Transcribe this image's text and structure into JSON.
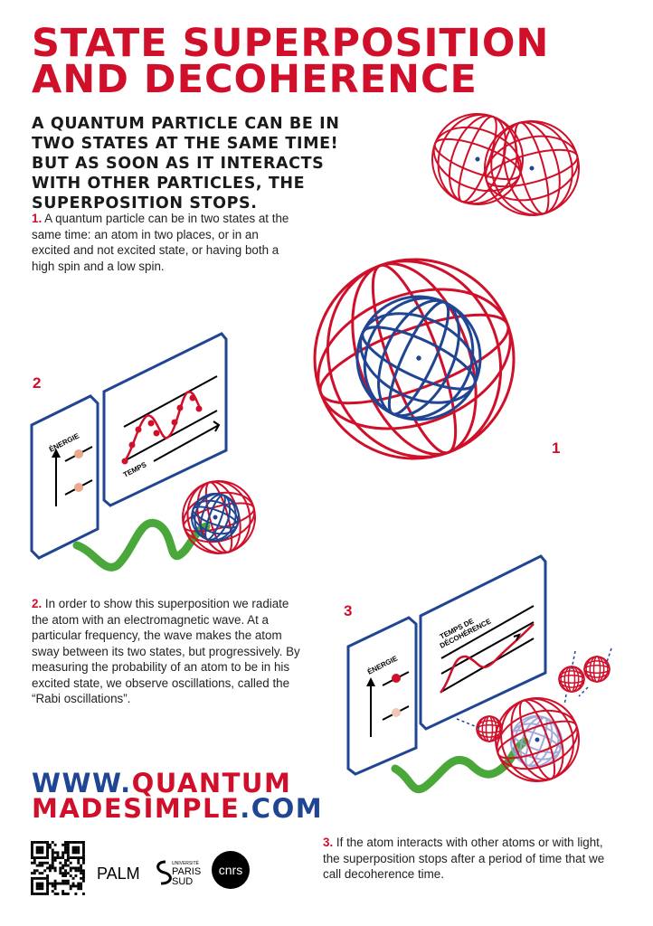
{
  "title": {
    "line1": "STATE SUPERPOSITION",
    "line2": "AND DECOHERENCE"
  },
  "lead": "A quantum particle can be in two states at the same time! But as soon as it interacts with other particles, the superposition stops.",
  "sections": [
    {
      "number": "1.",
      "text": "A quantum particle can be in two states at the same time: an atom in two places, or in an excited and not excited state, or having both a high spin and a low spin."
    },
    {
      "number": "2.",
      "text": "In order to show this superposition we radiate the atom with an electromagnetic wave. At a particular frequency, the wave makes the atom sway between its two states, but progressively. By measuring the probability of an atom to be in his excited state, we observe oscillations, called the “Rabi oscillations”."
    },
    {
      "number": "3.",
      "text": "If the atom interacts with other atoms or with light, the superposition stops after a period of time that we call decoherence time."
    }
  ],
  "figure_labels": {
    "fig1": "1",
    "fig2": "2",
    "fig3": "3"
  },
  "diagram_labels": {
    "energy": "ÉNERGIE",
    "time": "TEMPS",
    "decoherence_1": "TEMPS DE",
    "decoherence_2": "DÉCOHÉRENCE"
  },
  "url": {
    "part1": "WWW.",
    "part2": "QUANTUM",
    "part3": "MADESIMPLE",
    "part4": ".COM"
  },
  "logos": {
    "palm": "PALM",
    "paris_sud_small": "UNIVERSITÉ",
    "paris_sud_1": "PARIS",
    "paris_sud_2": "SUD",
    "cnrs": "cnrs"
  },
  "colors": {
    "red": "#d0102a",
    "blue": "#1f4593",
    "green": "#4aa83a"
  }
}
